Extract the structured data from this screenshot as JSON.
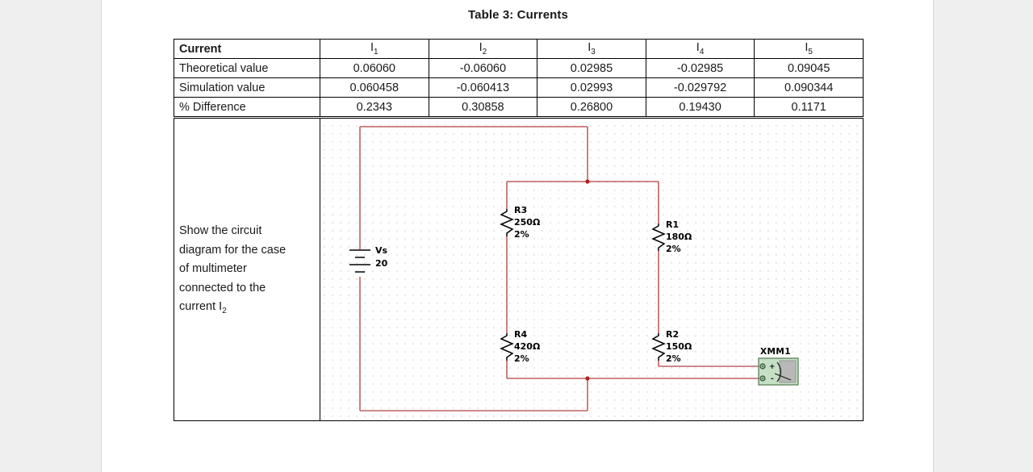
{
  "document": {
    "title": "Table 3: Currents",
    "page_background": "#ffffff",
    "app_background": "#efefef"
  },
  "table": {
    "row_header_label": "Current",
    "columns": [
      {
        "base": "I",
        "sub": "1"
      },
      {
        "base": "I",
        "sub": "2"
      },
      {
        "base": "I",
        "sub": "3"
      },
      {
        "base": "I",
        "sub": "4"
      },
      {
        "base": "I",
        "sub": "5"
      }
    ],
    "rows": [
      {
        "label": "Theoretical value",
        "values": [
          "0.06060",
          "-0.06060",
          "0.02985",
          "-0.02985",
          "0.09045"
        ]
      },
      {
        "label": "Simulation value",
        "values": [
          "0.060458",
          "-0.060413",
          "0.02993",
          "-0.029792",
          "0.090344"
        ]
      },
      {
        "label": "% Difference",
        "values": [
          "0.2343",
          "0.30858",
          "0.26800",
          "0.19430",
          "0.1171"
        ]
      }
    ]
  },
  "prompt": {
    "line1": "Show the circuit",
    "line2": "diagram for the case",
    "line3": "of multimeter",
    "line4": "connected to the",
    "line5_prefix": "current I",
    "line5_sub": "2"
  },
  "schematic": {
    "wire_color": "#c06060",
    "node_color": "#b02020",
    "source": {
      "ref": "Vs",
      "value": "20"
    },
    "resistors": [
      {
        "ref": "R3",
        "value": "250Ω",
        "tolerance": "2%"
      },
      {
        "ref": "R1",
        "value": "180Ω",
        "tolerance": "2%"
      },
      {
        "ref": "R4",
        "value": "420Ω",
        "tolerance": "2%"
      },
      {
        "ref": "R2",
        "value": "150Ω",
        "tolerance": "2%"
      }
    ],
    "instrument": {
      "ref": "XMM1",
      "terminal_positive": "+",
      "terminal_negative": "-",
      "body_color": "#c6e0c6",
      "face_color": "#b8b8b8"
    }
  }
}
